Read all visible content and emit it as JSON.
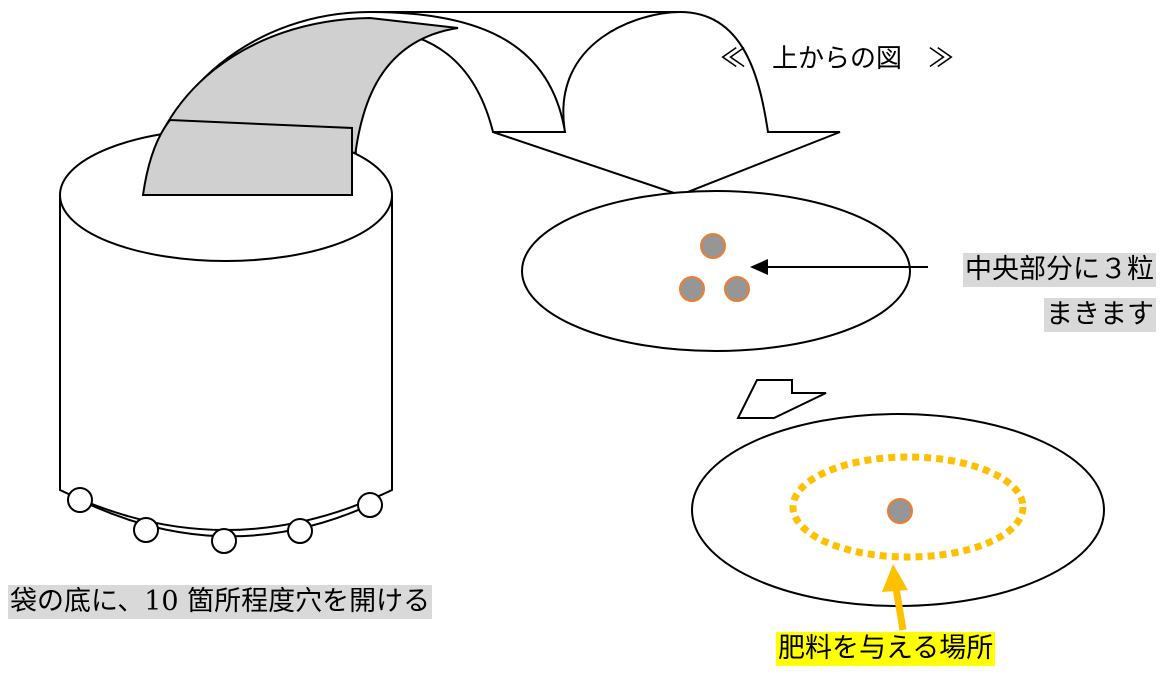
{
  "top_view_title": "≪　上からの図　≫",
  "seed_label": {
    "line1": "中央部分に３粒",
    "line2": "まきます"
  },
  "bag_note": "袋の底に、10 箇所程度穴を開ける",
  "fertilizer_label": "肥料を与える場所",
  "colors": {
    "arc_fill": "#d0d0d0",
    "seed_fill": "#969696",
    "seed_border": "#ed7d31",
    "fertilizer_ring": "#ffc000",
    "fertilizer_arrow": "#ffc000",
    "label_highlight_gray": "#d9d9d9",
    "label_highlight_yellow": "#ffff00"
  }
}
